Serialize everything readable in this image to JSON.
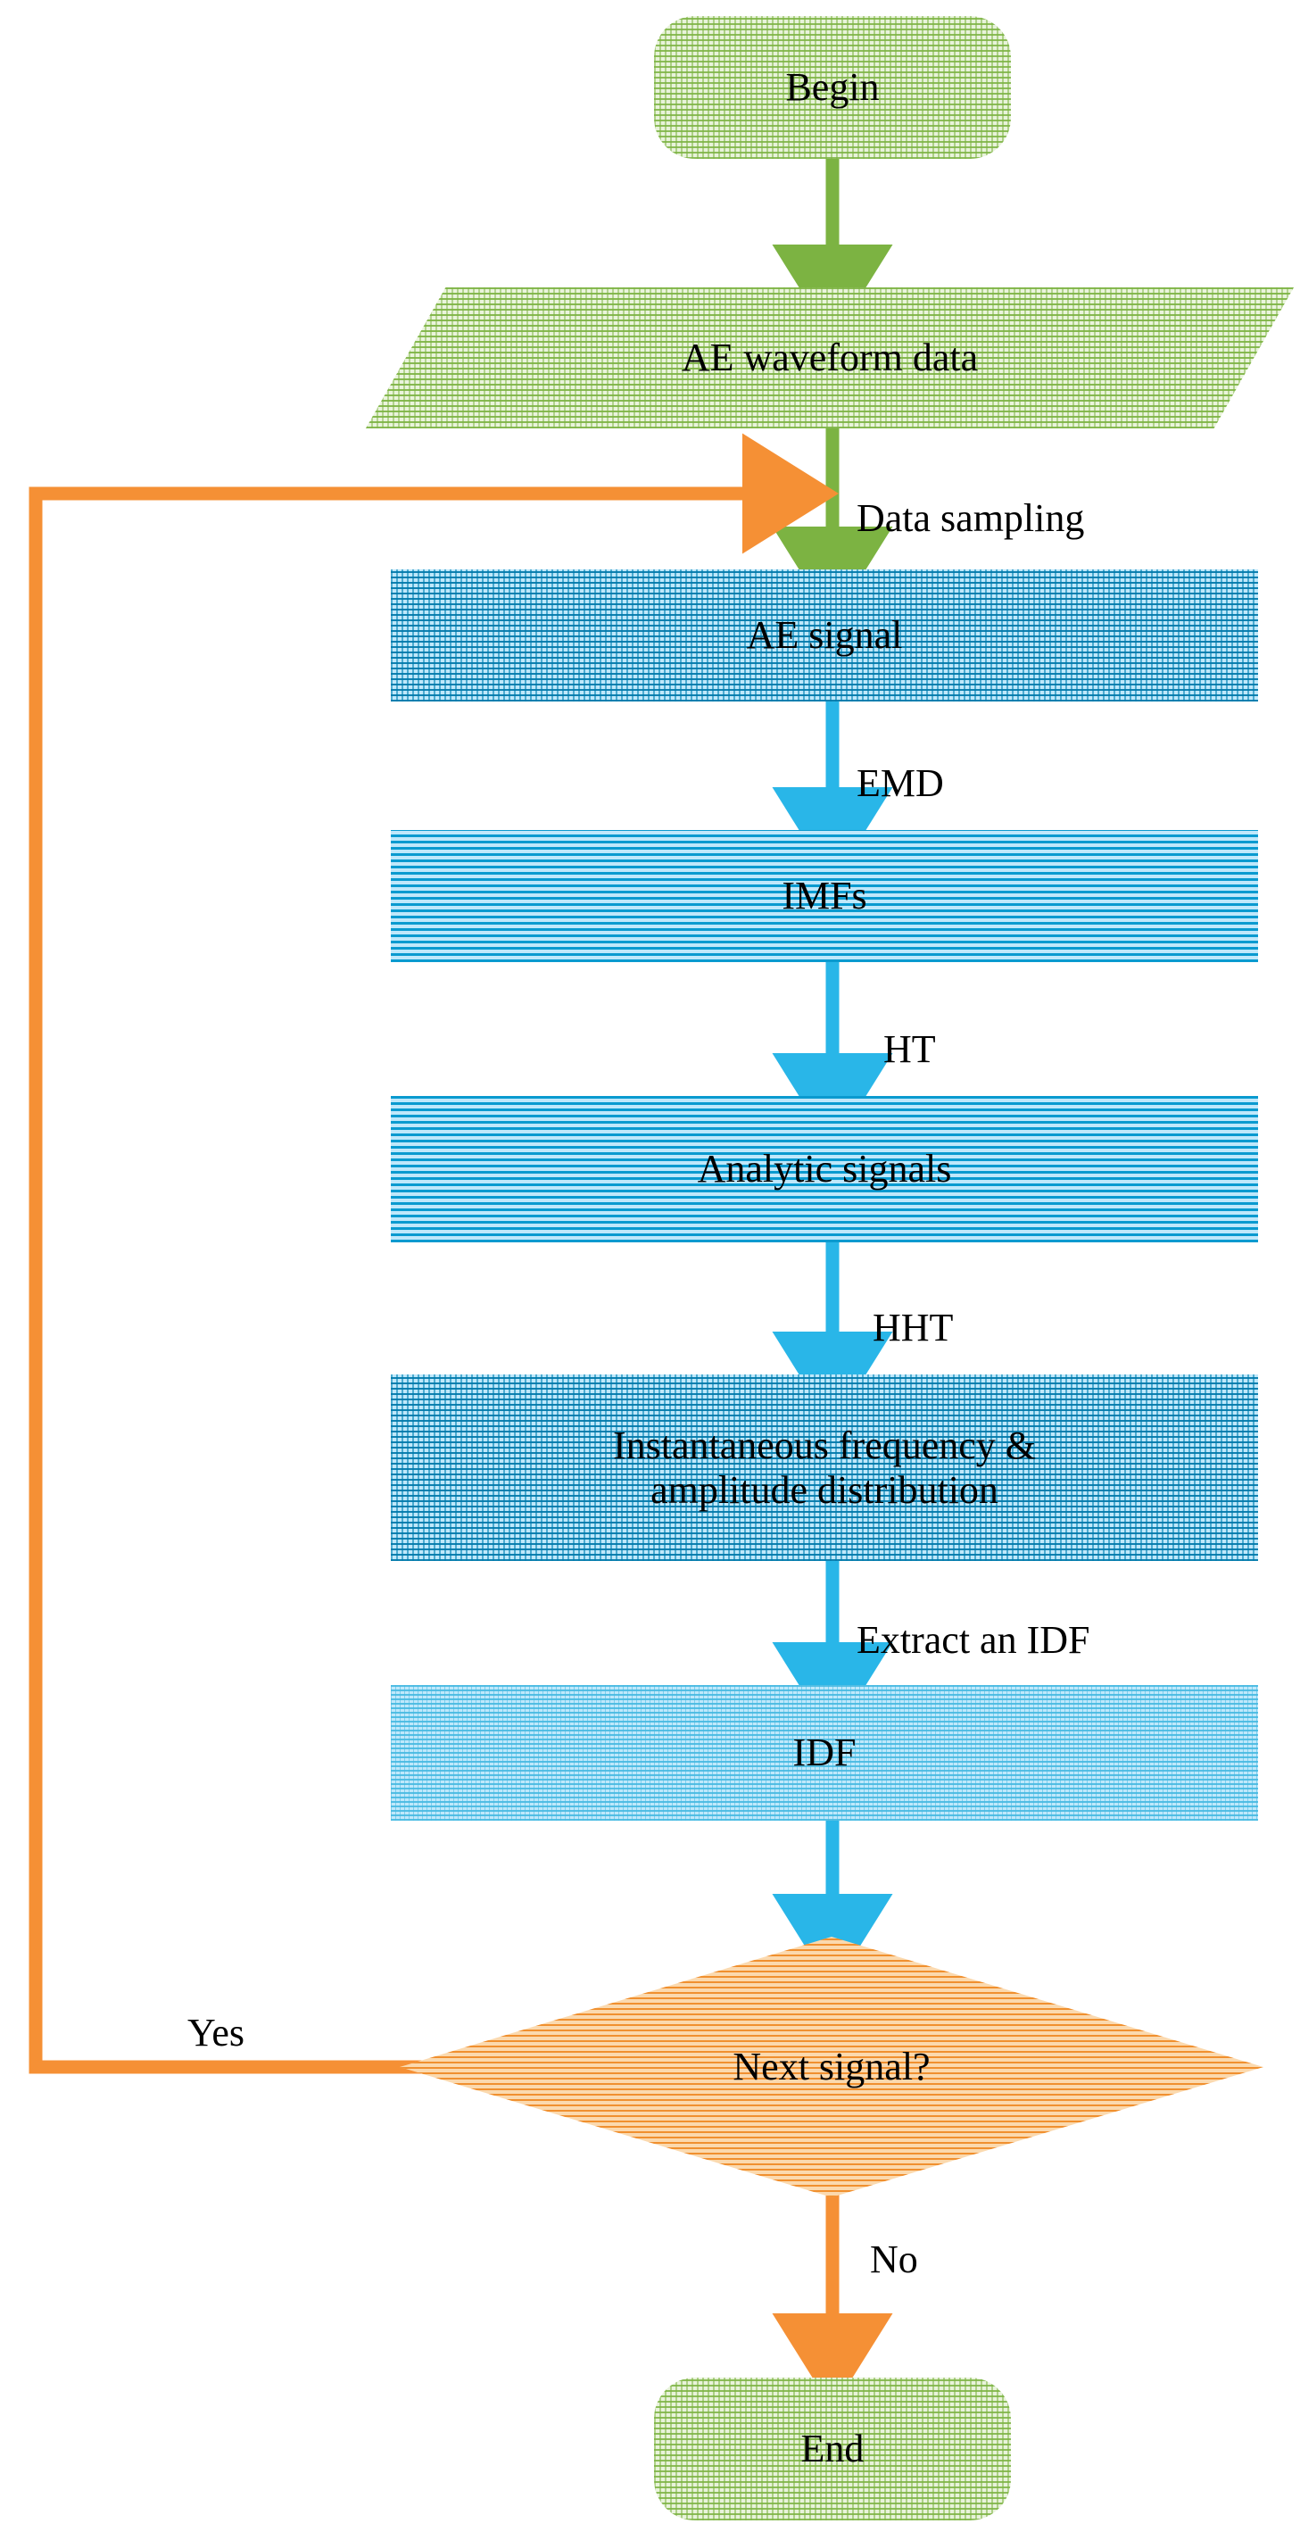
{
  "diagram": {
    "title": "HHT-based AE signal processing flowchart",
    "colors": {
      "start_end_fill": "#7cb342",
      "data_fill": "#8bc34a",
      "process_fill": "#29b6e8",
      "decision_fill": "#f59035",
      "arrow_green": "#7cb342",
      "arrow_blue": "#29b6e8",
      "arrow_orange": "#f59035"
    },
    "nodes": [
      {
        "id": "begin",
        "shape": "terminator",
        "label": "Begin"
      },
      {
        "id": "ae-waveform-data",
        "shape": "parallelogram",
        "label": "AE waveform data"
      },
      {
        "id": "ae-signal",
        "shape": "process",
        "label": "AE signal"
      },
      {
        "id": "imfs",
        "shape": "process",
        "label": "IMFs"
      },
      {
        "id": "analytic-signals",
        "shape": "process",
        "label": "Analytic signals"
      },
      {
        "id": "instantaneous-distribution",
        "shape": "process",
        "label": "Instantaneous frequency &\namplitude distribution"
      },
      {
        "id": "idf",
        "shape": "process",
        "label": "IDF"
      },
      {
        "id": "next-signal",
        "shape": "decision",
        "label": "Next signal?"
      },
      {
        "id": "end",
        "shape": "terminator",
        "label": "End"
      }
    ],
    "edge_labels": [
      {
        "id": "data-sampling",
        "label": "Data sampling"
      },
      {
        "id": "emd",
        "label": "EMD"
      },
      {
        "id": "ht",
        "label": "HT"
      },
      {
        "id": "hht",
        "label": "HHT"
      },
      {
        "id": "extract-an-idf",
        "label": "Extract an IDF"
      },
      {
        "id": "yes",
        "label": "Yes"
      },
      {
        "id": "no",
        "label": "No"
      }
    ]
  }
}
